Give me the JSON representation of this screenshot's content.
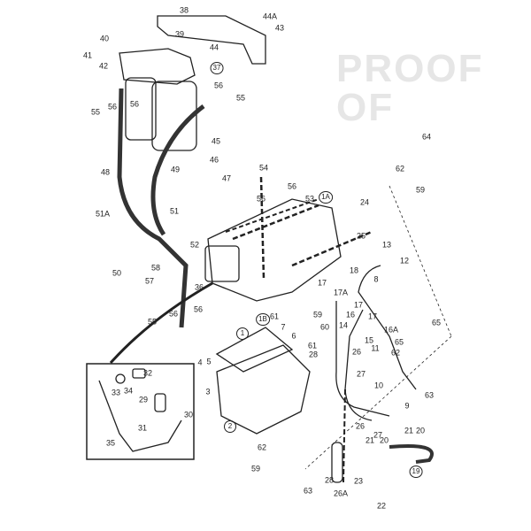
{
  "watermark": [
    "PROOF",
    "OF"
  ],
  "labels": [
    {
      "t": "38"
    },
    {
      "t": "39"
    },
    {
      "t": "40"
    },
    {
      "t": "41"
    },
    {
      "t": "42"
    },
    {
      "t": "44A"
    },
    {
      "t": "43"
    },
    {
      "t": "44"
    },
    {
      "t": "37",
      "c": true
    },
    {
      "t": "55"
    },
    {
      "t": "56"
    },
    {
      "t": "56"
    },
    {
      "t": "56"
    },
    {
      "t": "55"
    },
    {
      "t": "45"
    },
    {
      "t": "48"
    },
    {
      "t": "49"
    },
    {
      "t": "46"
    },
    {
      "t": "47"
    },
    {
      "t": "54"
    },
    {
      "t": "56"
    },
    {
      "t": "56"
    },
    {
      "t": "53"
    },
    {
      "t": "1A",
      "c": true
    },
    {
      "t": "24"
    },
    {
      "t": "25"
    },
    {
      "t": "51A"
    },
    {
      "t": "51"
    },
    {
      "t": "52"
    },
    {
      "t": "50"
    },
    {
      "t": "58"
    },
    {
      "t": "57"
    },
    {
      "t": "36"
    },
    {
      "t": "55"
    },
    {
      "t": "56"
    },
    {
      "t": "56"
    },
    {
      "t": "1",
      "c": true
    },
    {
      "t": "1B",
      "c": true
    },
    {
      "t": "61"
    },
    {
      "t": "7"
    },
    {
      "t": "6"
    },
    {
      "t": "64"
    },
    {
      "t": "62"
    },
    {
      "t": "59"
    },
    {
      "t": "13"
    },
    {
      "t": "12"
    },
    {
      "t": "18"
    },
    {
      "t": "8"
    },
    {
      "t": "17A"
    },
    {
      "t": "17"
    },
    {
      "t": "17"
    },
    {
      "t": "16"
    },
    {
      "t": "17"
    },
    {
      "t": "59"
    },
    {
      "t": "60"
    },
    {
      "t": "14"
    },
    {
      "t": "61"
    },
    {
      "t": "15"
    },
    {
      "t": "16A"
    },
    {
      "t": "65"
    },
    {
      "t": "65"
    },
    {
      "t": "62"
    },
    {
      "t": "26"
    },
    {
      "t": "11"
    },
    {
      "t": "27"
    },
    {
      "t": "10"
    },
    {
      "t": "63"
    },
    {
      "t": "9"
    },
    {
      "t": "26"
    },
    {
      "t": "27"
    },
    {
      "t": "21"
    },
    {
      "t": "20"
    },
    {
      "t": "21"
    },
    {
      "t": "20"
    },
    {
      "t": "19",
      "c": true
    },
    {
      "t": "4"
    },
    {
      "t": "5"
    },
    {
      "t": "3"
    },
    {
      "t": "2",
      "c": true
    },
    {
      "t": "62"
    },
    {
      "t": "59"
    },
    {
      "t": "63"
    },
    {
      "t": "28"
    },
    {
      "t": "26A"
    },
    {
      "t": "23"
    },
    {
      "t": "22"
    },
    {
      "t": "28"
    },
    {
      "t": "32"
    },
    {
      "t": "33"
    },
    {
      "t": "34"
    },
    {
      "t": "29"
    },
    {
      "t": "30"
    },
    {
      "t": "31"
    },
    {
      "t": "35"
    }
  ]
}
